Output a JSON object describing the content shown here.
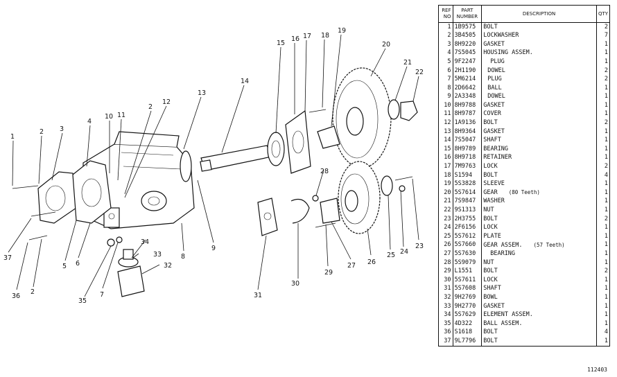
{
  "table": {
    "headers": {
      "ref_no": "REF NO",
      "part_number": "PART NUMBER",
      "description": "DESCRIPTION",
      "qty": "QTY"
    },
    "rows": [
      {
        "no": "1",
        "part": "1B9575",
        "desc": "BOLT",
        "qty": "2",
        "indent": 0
      },
      {
        "no": "2",
        "part": "3B4505",
        "desc": "LOCKWASHER",
        "qty": "7",
        "indent": 0
      },
      {
        "no": "3",
        "part": "8H9220",
        "desc": "GASKET",
        "qty": "1",
        "indent": 0
      },
      {
        "no": "4",
        "part": "7S5045",
        "desc": "HOUSING ASSEM.",
        "qty": "1",
        "indent": 0
      },
      {
        "no": "5",
        "part": "9F2247",
        "desc": "PLUG",
        "qty": "1",
        "indent": 1
      },
      {
        "no": "6",
        "part": "2H1190",
        "desc": "DOWEL",
        "qty": "2",
        "indent": 2
      },
      {
        "no": "7",
        "part": "5M6214",
        "desc": "PLUG",
        "qty": "2",
        "indent": 2
      },
      {
        "no": "8",
        "part": "2D6642",
        "desc": "BALL",
        "qty": "1",
        "indent": 2
      },
      {
        "no": "9",
        "part": "2A3348",
        "desc": "DOWEL",
        "qty": "1",
        "indent": 2
      },
      {
        "no": "10",
        "part": "8H9788",
        "desc": "GASKET",
        "qty": "1",
        "indent": 0
      },
      {
        "no": "11",
        "part": "8H9787",
        "desc": "COVER",
        "qty": "1",
        "indent": 0
      },
      {
        "no": "12",
        "part": "1A9136",
        "desc": "BOLT",
        "qty": "2",
        "indent": 0
      },
      {
        "no": "13",
        "part": "8H9364",
        "desc": "GASKET",
        "qty": "1",
        "indent": 0
      },
      {
        "no": "14",
        "part": "7S5047",
        "desc": "SHAFT",
        "qty": "1",
        "indent": 0
      },
      {
        "no": "15",
        "part": "8H9789",
        "desc": "BEARING",
        "qty": "1",
        "indent": 0
      },
      {
        "no": "16",
        "part": "8H9718",
        "desc": "RETAINER",
        "qty": "1",
        "indent": 0
      },
      {
        "no": "17",
        "part": "7M9763",
        "desc": "LOCK",
        "qty": "2",
        "indent": 0
      },
      {
        "no": "18",
        "part": "S1594",
        "desc": "BOLT",
        "qty": "4",
        "indent": 0
      },
      {
        "no": "19",
        "part": "5S3828",
        "desc": "SLEEVE",
        "qty": "1",
        "indent": 0
      },
      {
        "no": "20",
        "part": "5S7614",
        "desc": "GEAR",
        "note": "(80 Teeth)",
        "qty": "1",
        "indent": 0
      },
      {
        "no": "21",
        "part": "7S9847",
        "desc": "WASHER",
        "qty": "1",
        "indent": 0
      },
      {
        "no": "22",
        "part": "9S1313",
        "desc": "NUT",
        "qty": "1",
        "indent": 0
      },
      {
        "no": "23",
        "part": "2H3755",
        "desc": "BOLT",
        "qty": "2",
        "indent": 0
      },
      {
        "no": "24",
        "part": "2F6156",
        "desc": "LOCK",
        "qty": "1",
        "indent": 0
      },
      {
        "no": "25",
        "part": "5S7612",
        "desc": "PLATE",
        "qty": "1",
        "indent": 0
      },
      {
        "no": "26",
        "part": "5S7660",
        "desc": "GEAR ASSEM.",
        "note": "(57 Teeth)",
        "qty": "1",
        "indent": 0
      },
      {
        "no": "27",
        "part": "5S7630",
        "desc": "BEARING",
        "qty": "1",
        "indent": 1
      },
      {
        "no": "28",
        "part": "5S9079",
        "desc": "NUT",
        "qty": "1",
        "indent": 0
      },
      {
        "no": "29",
        "part": "L1551",
        "desc": "BOLT",
        "qty": "2",
        "indent": 0
      },
      {
        "no": "30",
        "part": "5S7611",
        "desc": "LOCK",
        "qty": "1",
        "indent": 0
      },
      {
        "no": "31",
        "part": "5S7608",
        "desc": "SHAFT",
        "qty": "1",
        "indent": 0
      },
      {
        "no": "32",
        "part": "9H2769",
        "desc": "BOWL",
        "qty": "1",
        "indent": 0
      },
      {
        "no": "33",
        "part": "9H2770",
        "desc": "GASKET",
        "qty": "1",
        "indent": 0
      },
      {
        "no": "34",
        "part": "5S7629",
        "desc": "ELEMENT ASSEM.",
        "qty": "1",
        "indent": 0
      },
      {
        "no": "35",
        "part": "4D322",
        "desc": "BALL ASSEM.",
        "qty": "1",
        "indent": 0
      },
      {
        "no": "36",
        "part": "S1618",
        "desc": "BOLT",
        "qty": "4",
        "indent": 0
      },
      {
        "no": "37",
        "part": "9L7796",
        "desc": "BOLT",
        "qty": "1",
        "indent": 0
      }
    ]
  },
  "figure_number": "112403",
  "callouts": [
    "1",
    "2",
    "3",
    "4",
    "5",
    "6",
    "7",
    "8",
    "9",
    "10",
    "11",
    "12",
    "13",
    "14",
    "15",
    "16",
    "17",
    "18",
    "19",
    "20",
    "21",
    "22",
    "23",
    "24",
    "25",
    "26",
    "27",
    "28",
    "29",
    "30",
    "31",
    "32",
    "33",
    "34",
    "35",
    "36",
    "37"
  ]
}
